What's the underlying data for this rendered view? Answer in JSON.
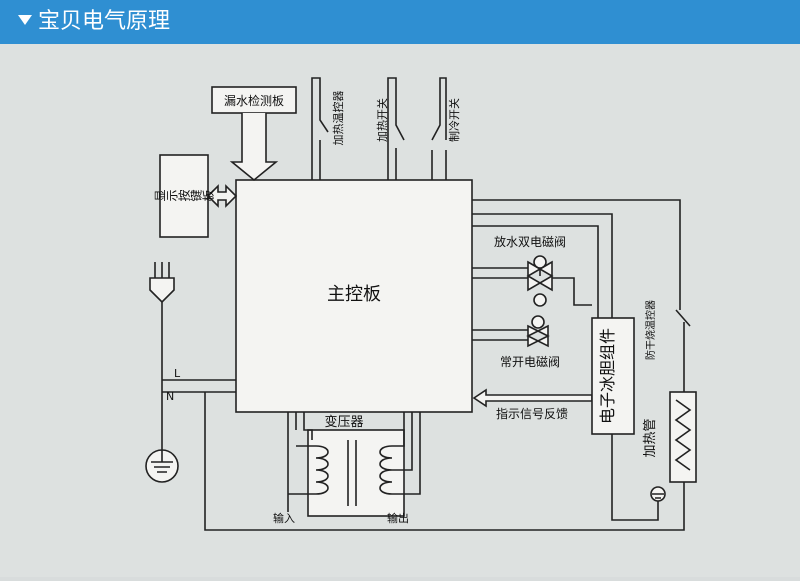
{
  "header": {
    "title": "宝贝电气原理"
  },
  "diagram": {
    "main_board": "主控板",
    "leak_detect_board": "漏水检测板",
    "display_key_board": "显示按键板",
    "heating_thermostat": "加热温控器",
    "heating_switch": "加热开关",
    "cooling_switch": "制冷开关",
    "drain_dual_valve": "放水双电磁阀",
    "normally_open_valve": "常开电磁阀",
    "electronic_tank_assembly": "电子冰胆组件",
    "anti_dry_thermostat": "防干烧温控器",
    "heating_tube": "加热管",
    "indicator_feedback": "指示信号反馈",
    "transformer": "变压器",
    "input_label": "输入",
    "output_label": "输出",
    "line_l": "L",
    "line_n": "N"
  }
}
